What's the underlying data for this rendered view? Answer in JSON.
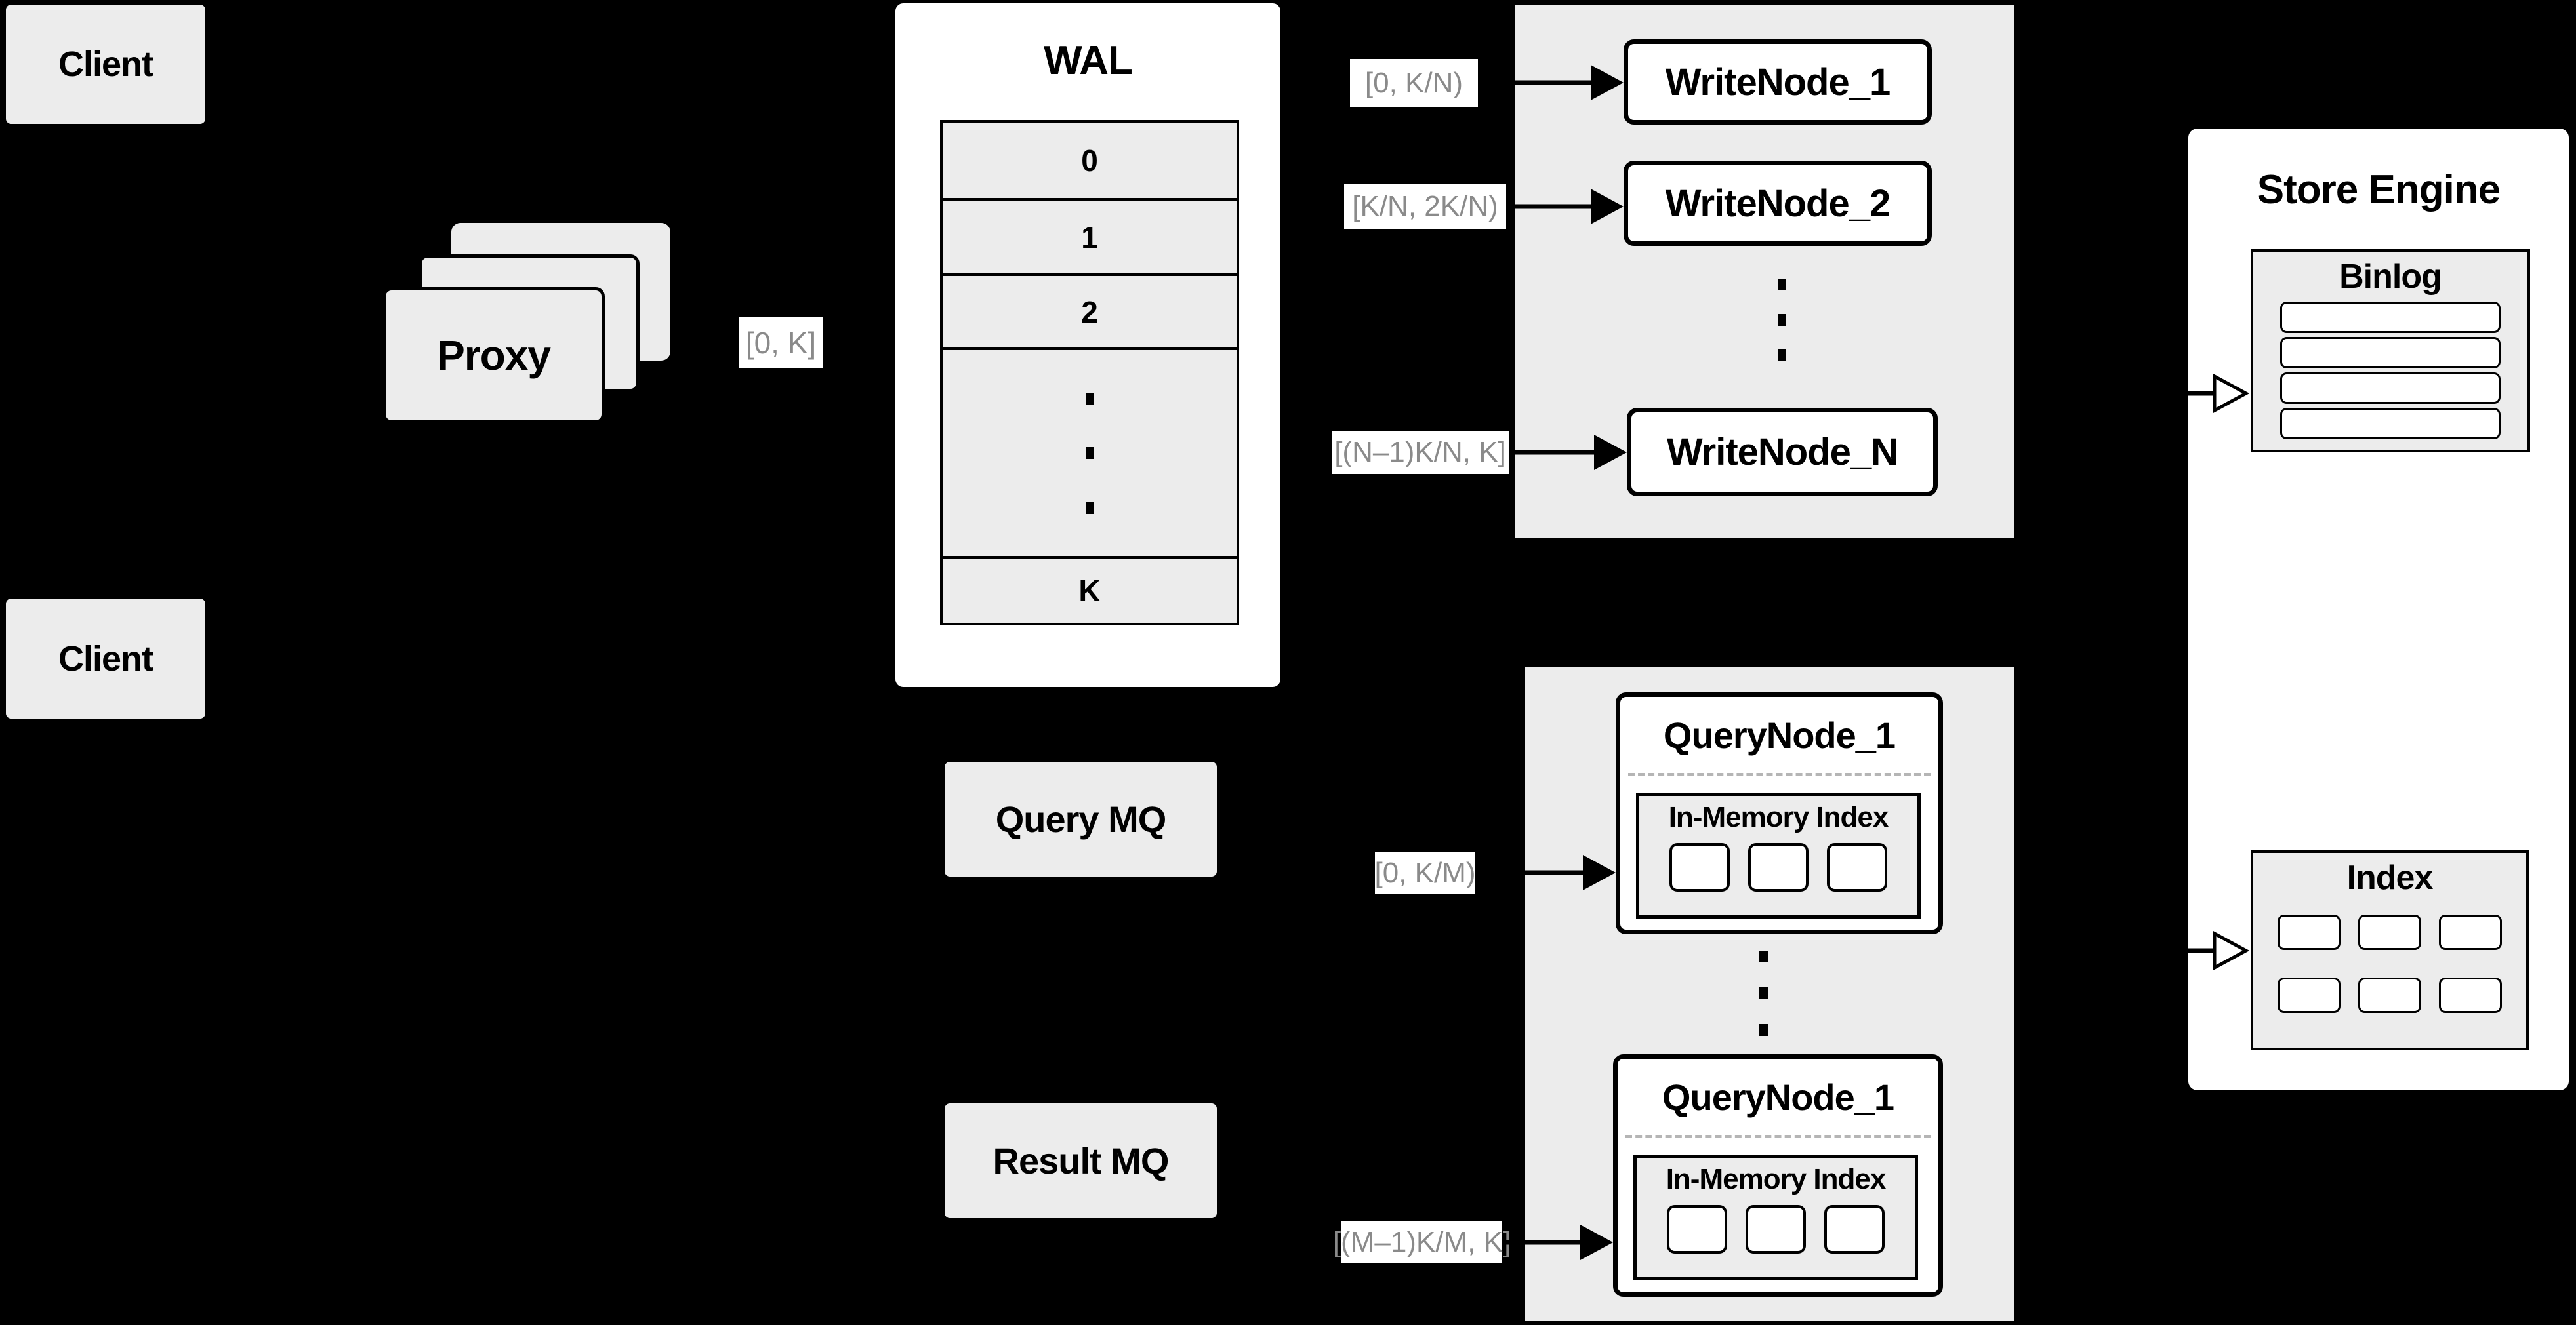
{
  "colors": {
    "background": "#000000",
    "panel_fill": "#ececec",
    "node_fill": "#ffffff",
    "line": "#000000",
    "edge_label_text": "#8a8a8a",
    "dashed_divider": "#b5b5b5"
  },
  "clients": [
    {
      "label": "Client"
    },
    {
      "label": "Client"
    }
  ],
  "proxy": {
    "label": "Proxy"
  },
  "wal": {
    "title": "WAL",
    "rows": [
      "0",
      "1",
      "2"
    ],
    "ellipsis": "...",
    "last_row": "K"
  },
  "edge_labels": {
    "proxy_wal": "[0, K]",
    "wn1": "[0, K/N)",
    "wn2": "[K/N, 2K/N)",
    "wnN": "[(N–1)K/N, K]",
    "qn1": "[0, K/M)",
    "qn2": "[(M–1)K/M, K]"
  },
  "write_nodes": {
    "nodes": [
      "WriteNode_1",
      "WriteNode_2",
      "WriteNode_N"
    ],
    "ellipsis": "..."
  },
  "query_nodes": {
    "nodes": [
      {
        "title": "QueryNode_1",
        "inner_title": "In-Memory Index"
      },
      {
        "title": "QueryNode_1",
        "inner_title": "In-Memory Index"
      }
    ],
    "ellipsis": "..."
  },
  "mq": {
    "query": "Query MQ",
    "result": "Result MQ"
  },
  "store_engine": {
    "title": "Store Engine",
    "binlog": {
      "title": "Binlog",
      "row_count": 4
    },
    "index": {
      "title": "Index",
      "cell_count": 6
    }
  }
}
